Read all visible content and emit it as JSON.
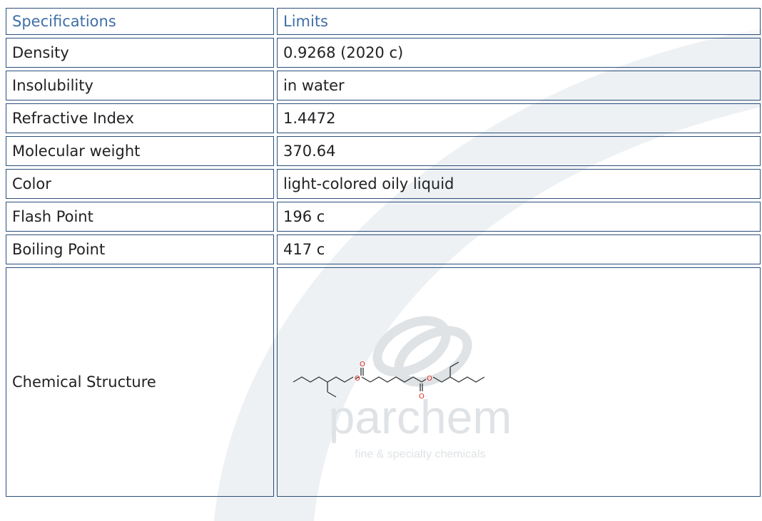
{
  "table": {
    "header": {
      "spec": "Specifications",
      "limit": "Limits"
    },
    "rows": [
      {
        "spec": "Density",
        "limit": "0.9268 (2020 c)"
      },
      {
        "spec": "Insolubility",
        "limit": "in water"
      },
      {
        "spec": "Refractive Index",
        "limit": "1.4472"
      },
      {
        "spec": "Molecular weight",
        "limit": "370.64"
      },
      {
        "spec": "Color",
        "limit": "light-colored oily liquid"
      },
      {
        "spec": "Flash Point",
        "limit": "196 c"
      },
      {
        "spec": "Boiling Point",
        "limit": "417 c"
      }
    ],
    "structure_row": {
      "spec": "Chemical Structure"
    }
  },
  "watermark": {
    "brand": "parchem",
    "tagline": "fine & specialty chemicals"
  },
  "molecule": {
    "atom_label_o": "O"
  },
  "colors": {
    "border": "#2c4f7c",
    "header_text": "#3f6fa8",
    "swoosh": "#eef1f4",
    "oxygen": "#e0281f",
    "watermark": "#dfe3e6"
  }
}
